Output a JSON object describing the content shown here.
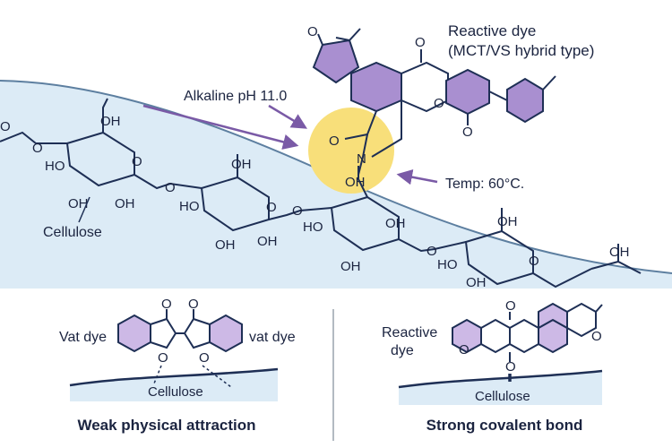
{
  "top_panel": {
    "reactive_dye_label": "Reactive dye",
    "reactive_dye_type": "(MCT/VS hybrid type)",
    "condition_ph": "Alkaline pH 11.0",
    "condition_temp": "Temp: 60°C.",
    "cellulose_label": "Cellulose",
    "atoms": {
      "o": "O",
      "n": "N",
      "oh": "OH",
      "ho": "HO"
    }
  },
  "bottom_left": {
    "vat_dye_left": "Vat dye",
    "vat_dye_right": "vat dye",
    "substrate": "Cellulose",
    "caption": "Weak physical attraction"
  },
  "bottom_right": {
    "dye_label_line1": "Reactive",
    "dye_label_line2": "dye",
    "substrate": "Cellulose",
    "caption": "Strong covalent bond"
  },
  "colors": {
    "background_band": "#dcebf6",
    "highlight": "#f8df7a",
    "dye_purple": "#a98fd0",
    "arrow": "#7a5aa6",
    "ink": "#1e2f55"
  }
}
